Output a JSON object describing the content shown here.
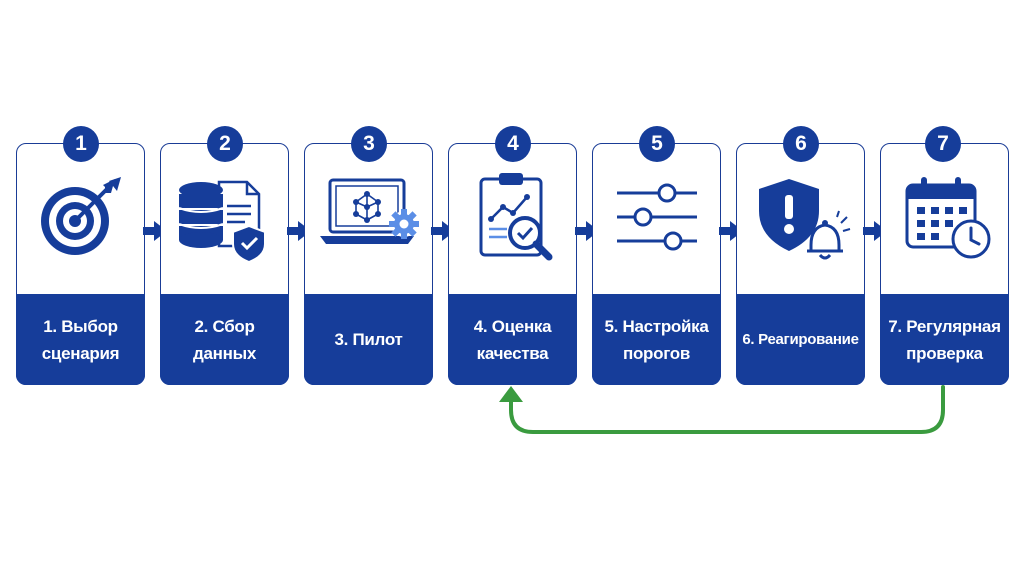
{
  "steps": [
    {
      "number": "1",
      "label": "1. Выбор\nсценария",
      "icon": "target-arrow-icon"
    },
    {
      "number": "2",
      "label": "2. Сбор\nданных",
      "icon": "database-document-shield-icon"
    },
    {
      "number": "3",
      "label": "3. Пилот",
      "icon": "laptop-network-gear-icon"
    },
    {
      "number": "4",
      "label": "4. Оценка\nкачества",
      "icon": "clipboard-chart-magnifier-icon"
    },
    {
      "number": "5",
      "label": "5. Настройка\nпорогов",
      "icon": "sliders-icon"
    },
    {
      "number": "6",
      "label": "6. Реагирование",
      "icon": "shield-alert-bell-icon"
    },
    {
      "number": "7",
      "label": "7. Регулярная\nпроверка",
      "icon": "calendar-clock-icon"
    }
  ],
  "loop": {
    "from_step": "7",
    "to_step": "4",
    "color": "#3a9b3f"
  },
  "colors": {
    "primary": "#163d9a",
    "accent": "#5b8ee6",
    "loop": "#3a9b3f"
  }
}
